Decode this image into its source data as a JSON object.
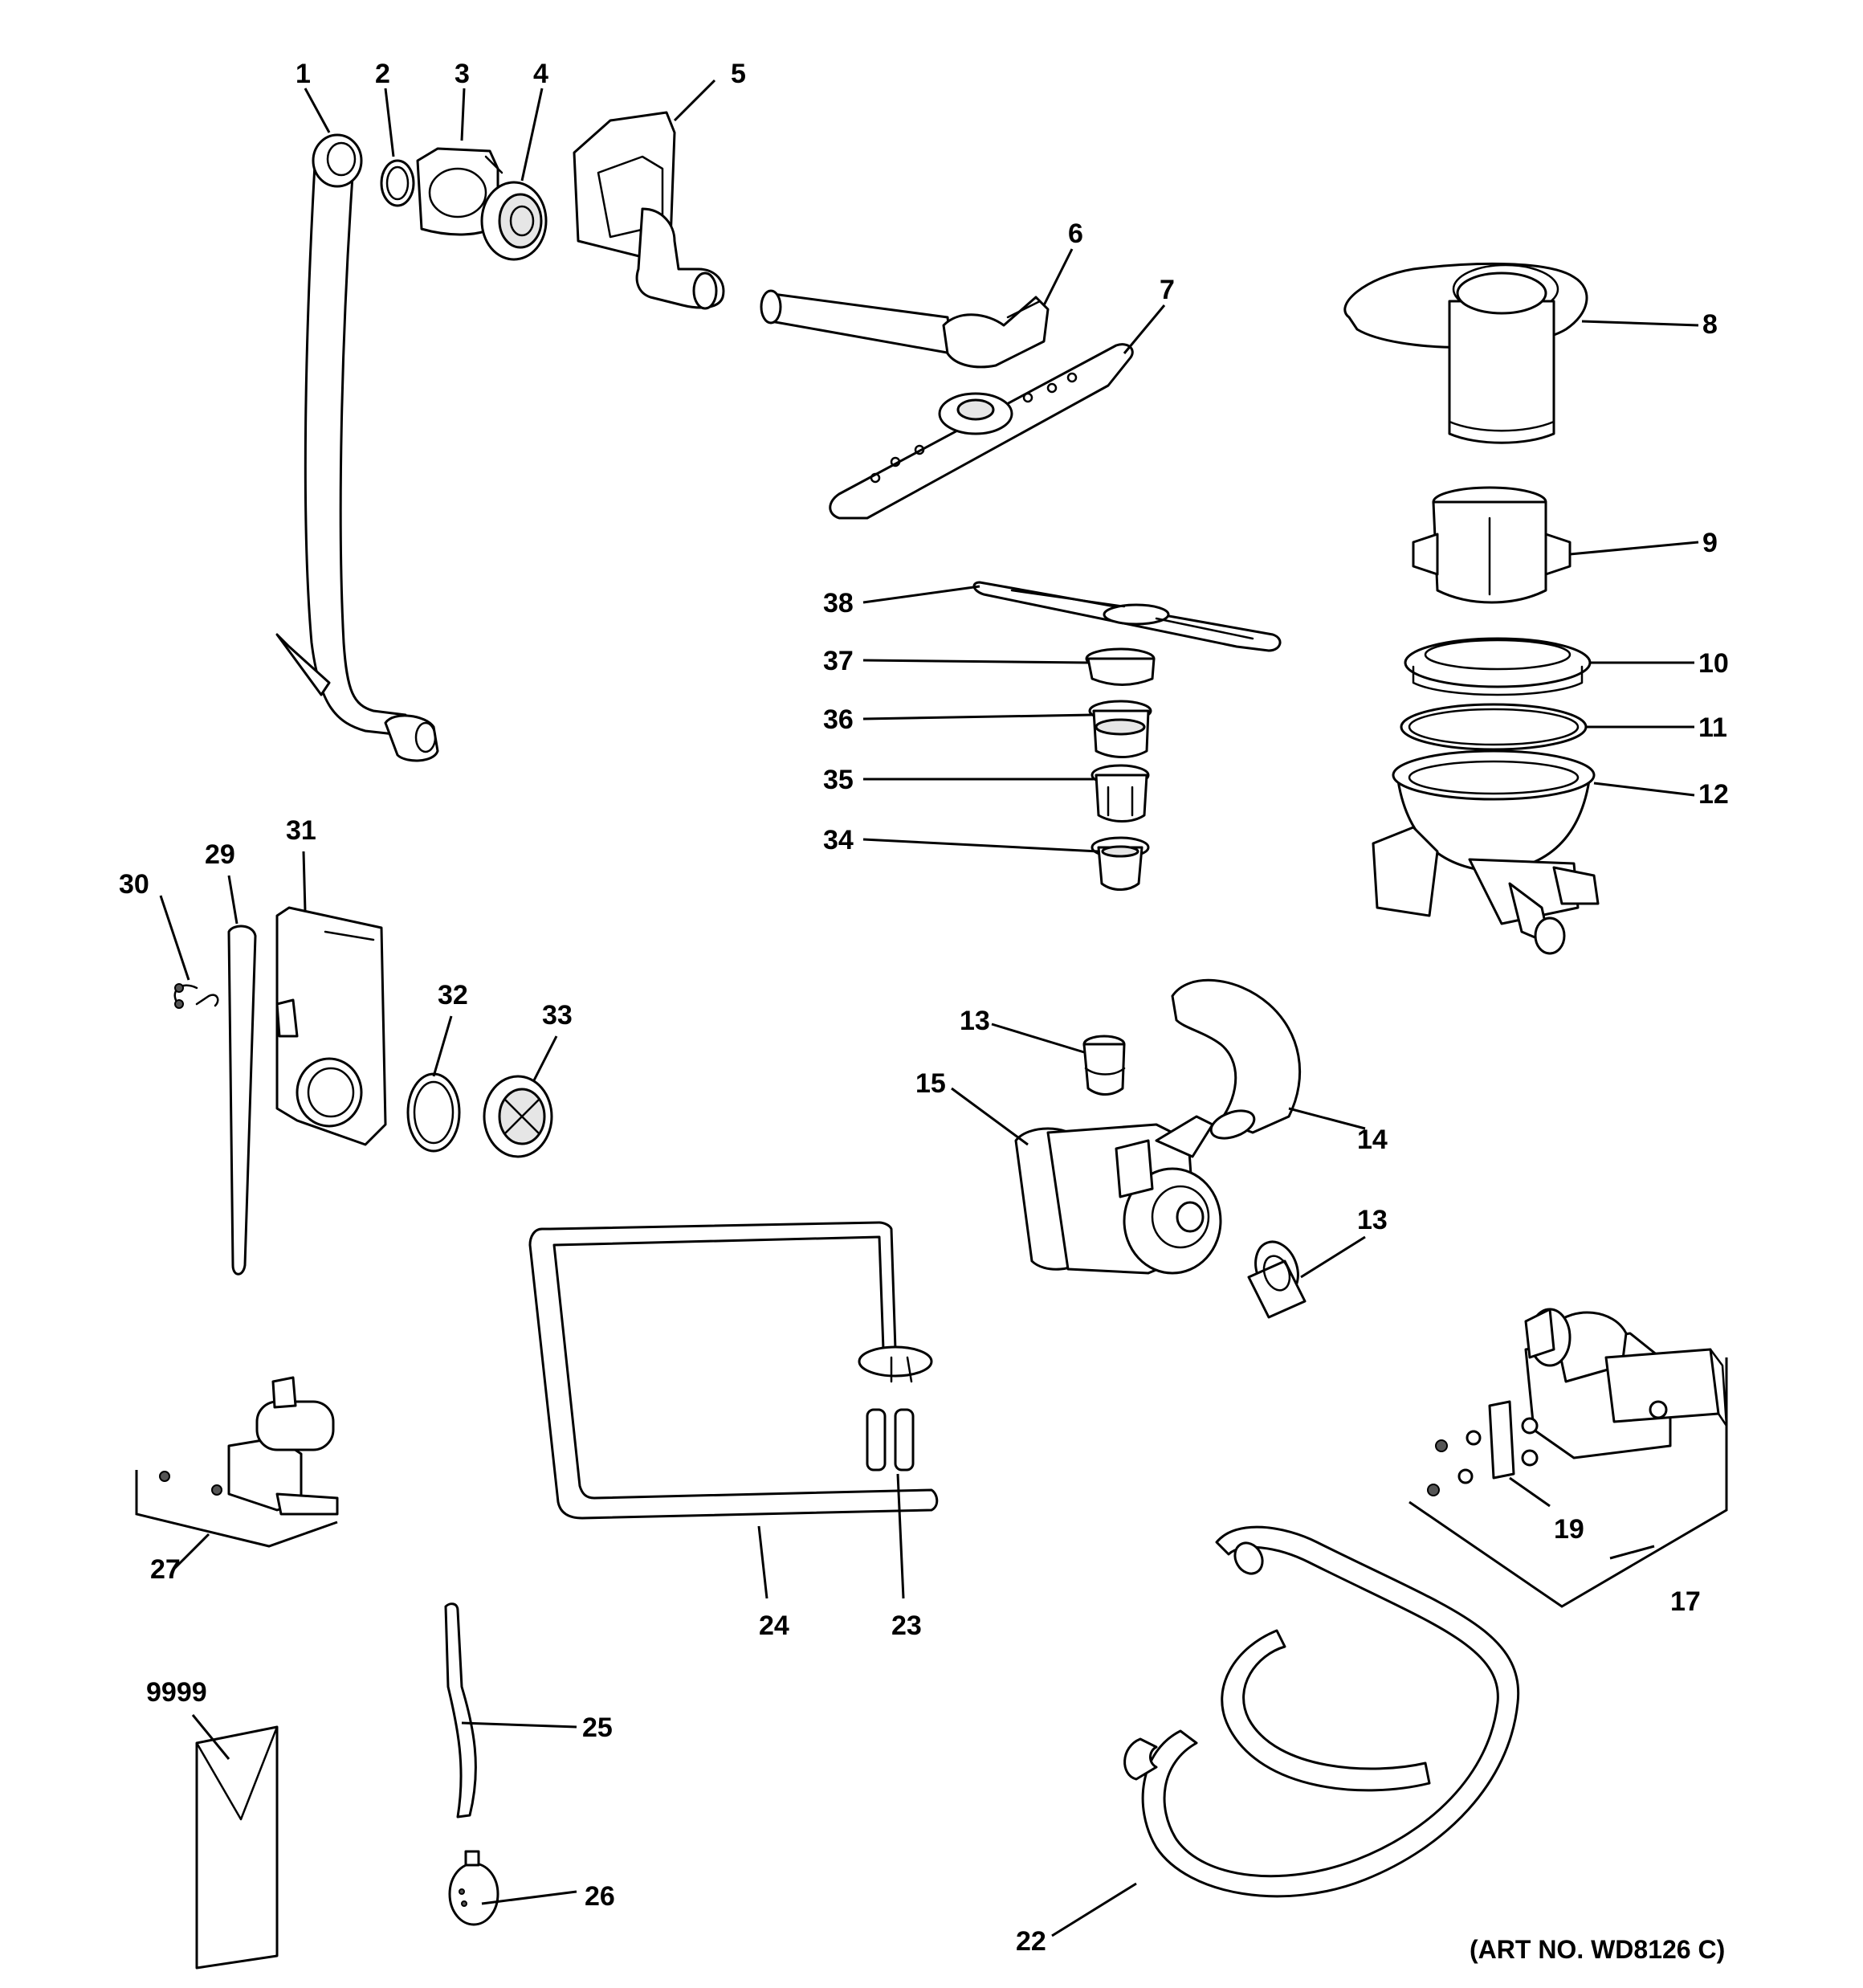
{
  "diagram": {
    "art_number": "(ART NO. WD8126 C)",
    "callouts": {
      "c1": "1",
      "c2": "2",
      "c3": "3",
      "c4": "4",
      "c5": "5",
      "c6": "6",
      "c7": "7",
      "c8": "8",
      "c9": "9",
      "c10": "10",
      "c11": "11",
      "c12": "12",
      "c13a": "13",
      "c13b": "13",
      "c14": "14",
      "c15": "15",
      "c17": "17",
      "c19": "19",
      "c22": "22",
      "c23": "23",
      "c24": "24",
      "c25": "25",
      "c26": "26",
      "c27": "27",
      "c29": "29",
      "c30": "30",
      "c31": "31",
      "c32": "32",
      "c33": "33",
      "c34": "34",
      "c35": "35",
      "c36": "36",
      "c37": "37",
      "c38": "38",
      "c9999": "9999"
    }
  }
}
